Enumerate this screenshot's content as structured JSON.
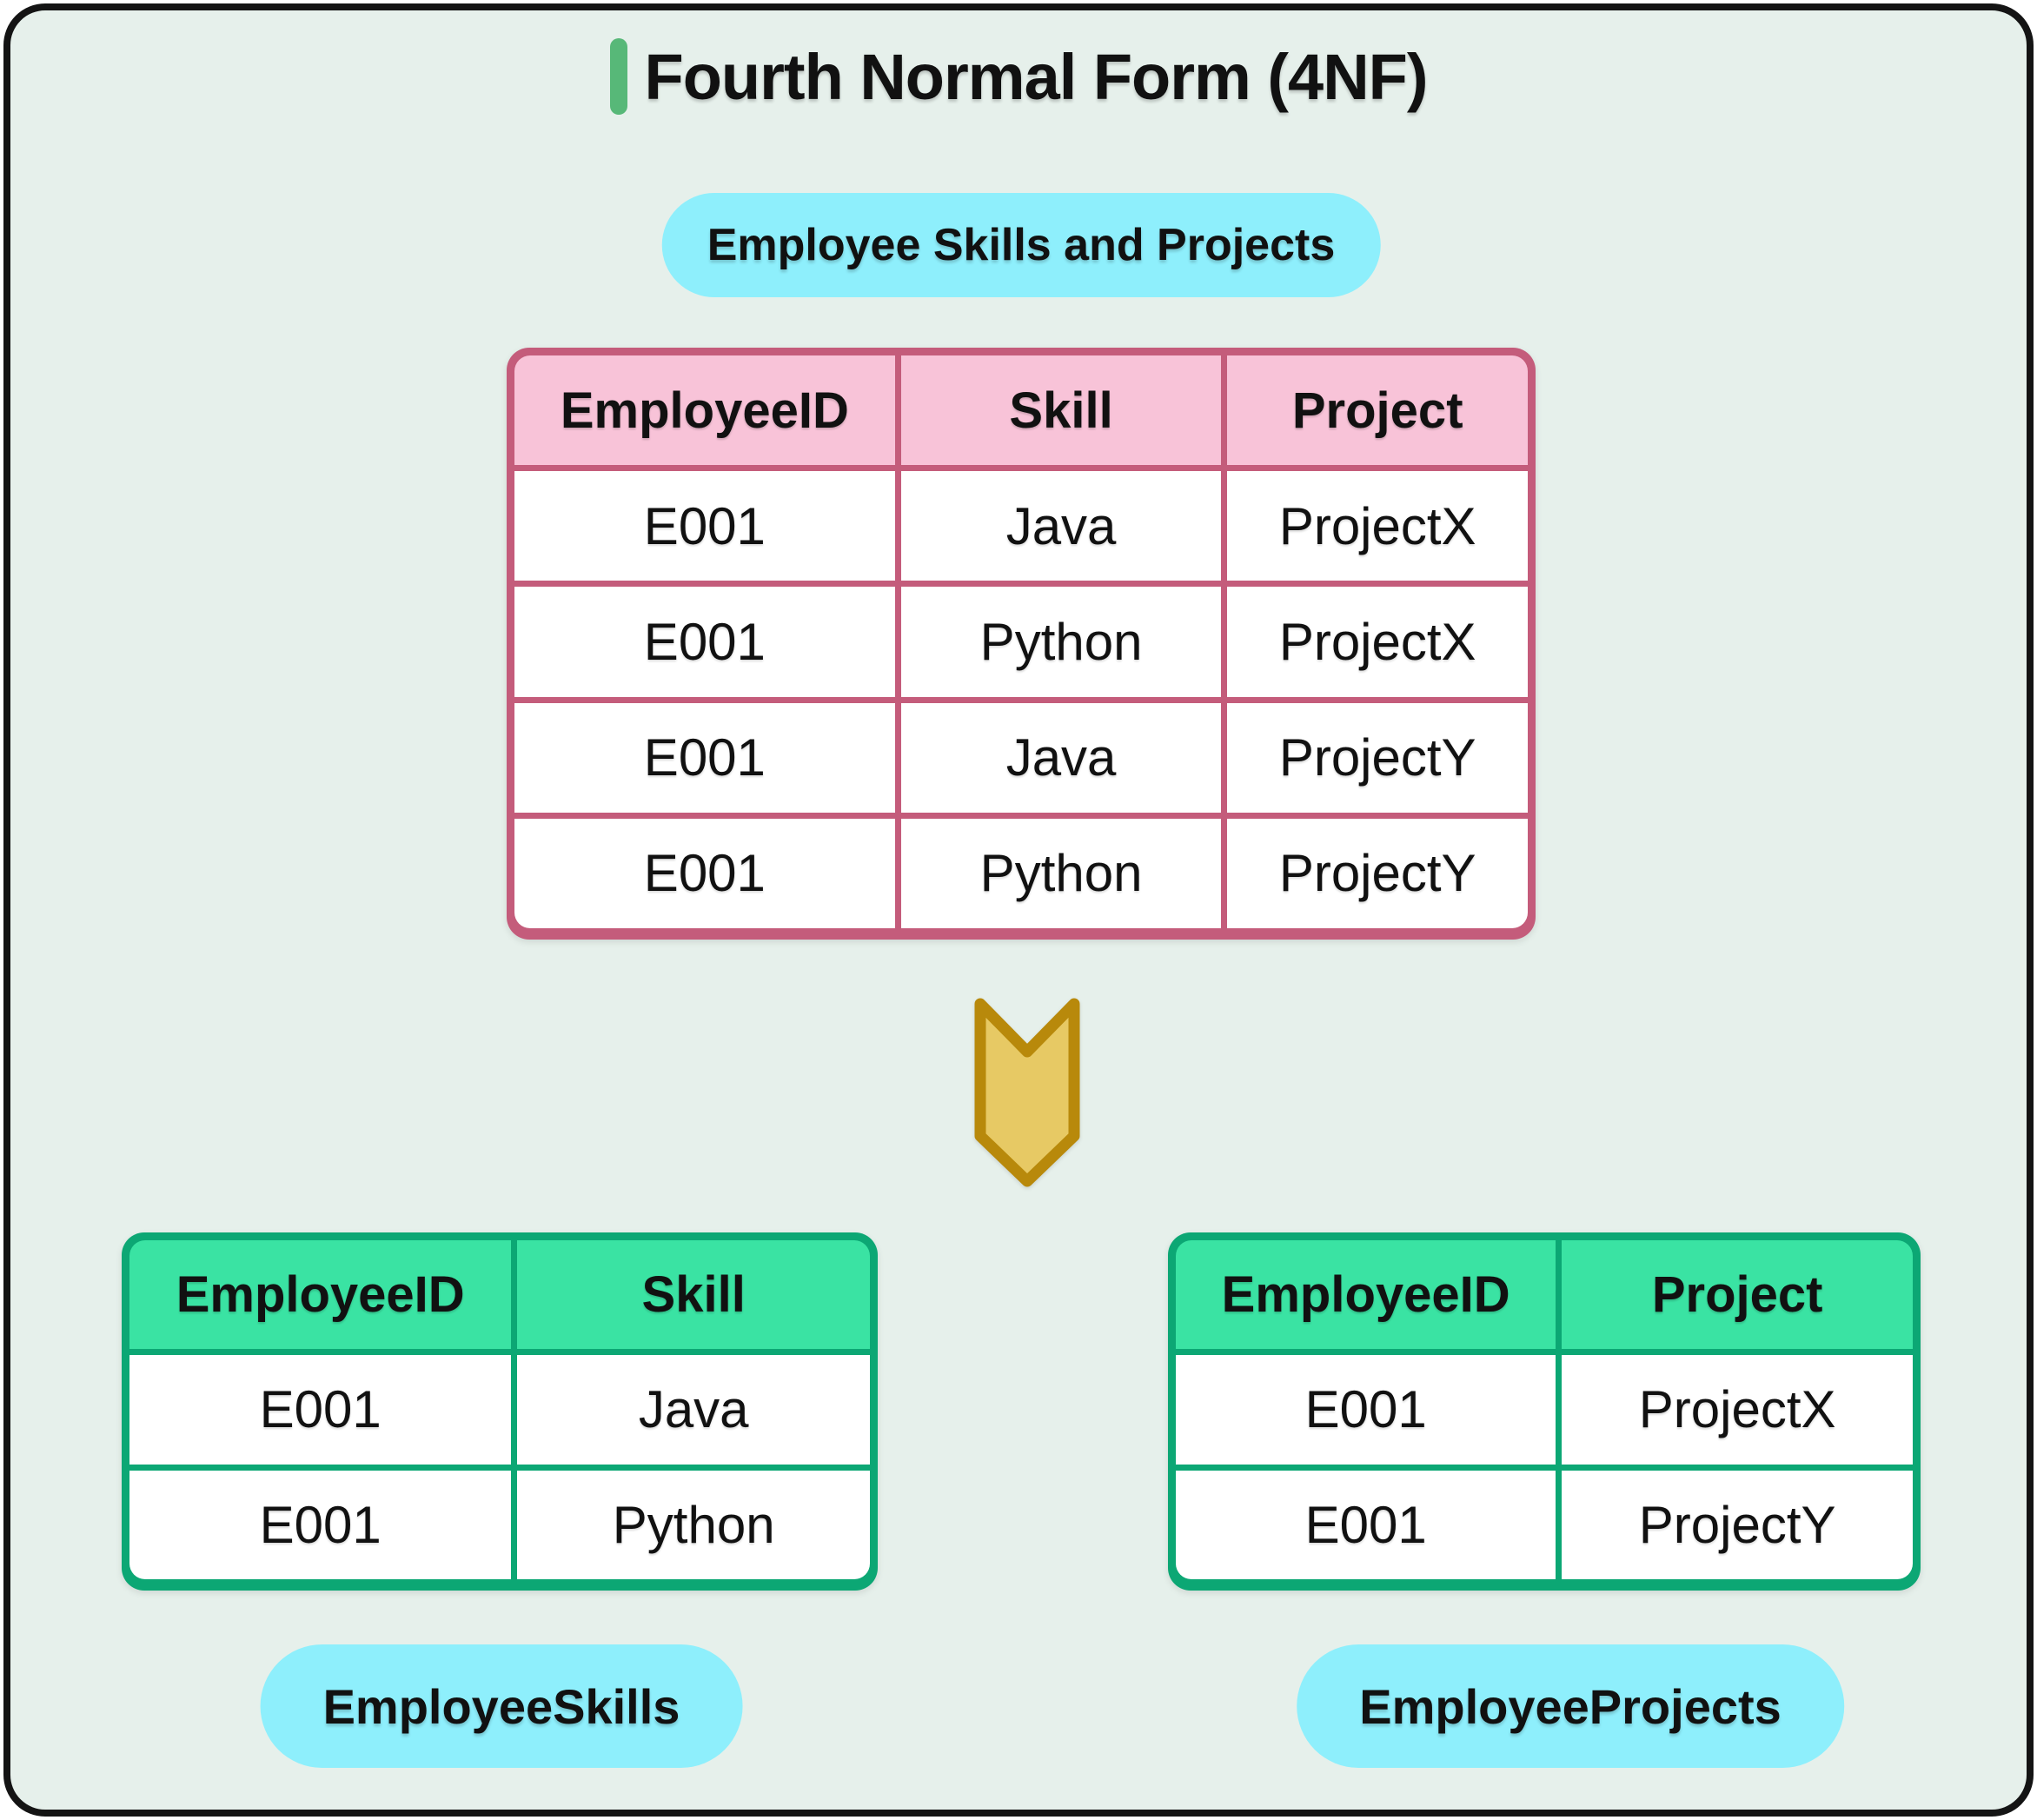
{
  "page": {
    "title": "Fourth Normal Form (4NF)"
  },
  "top_badge": {
    "label": "Employee Skills and Projects"
  },
  "tables": {
    "unnormalized": {
      "headers": [
        "EmployeeID",
        "Skill",
        "Project"
      ],
      "rows": [
        [
          "E001",
          "Java",
          "ProjectX"
        ],
        [
          "E001",
          "Python",
          "ProjectX"
        ],
        [
          "E001",
          "Java",
          "ProjectY"
        ],
        [
          "E001",
          "Python",
          "ProjectY"
        ]
      ]
    },
    "employee_skills": {
      "headers": [
        "EmployeeID",
        "Skill"
      ],
      "rows": [
        [
          "E001",
          "Java"
        ],
        [
          "E001",
          "Python"
        ]
      ],
      "badge": "EmployeeSkills"
    },
    "employee_projects": {
      "headers": [
        "EmployeeID",
        "Project"
      ],
      "rows": [
        [
          "E001",
          "ProjectX"
        ],
        [
          "E001",
          "ProjectY"
        ]
      ],
      "badge": "EmployeeProjects"
    }
  },
  "icons": {
    "arrow": "down-chevron-arrow"
  },
  "colors": {
    "canvas_bg": "#e6f0eb",
    "canvas_border": "#141414",
    "accent_green": "#57b878",
    "badge_cyan": "#8eeffc",
    "pink_header": "#f8c3d8",
    "pink_border": "#c45c7b",
    "green_header": "#3ae3a3",
    "green_border": "#0ca774",
    "arrow_fill": "#e7c964",
    "arrow_border": "#b8890b",
    "cell_bg": "#ffffff",
    "text": "#111111"
  }
}
